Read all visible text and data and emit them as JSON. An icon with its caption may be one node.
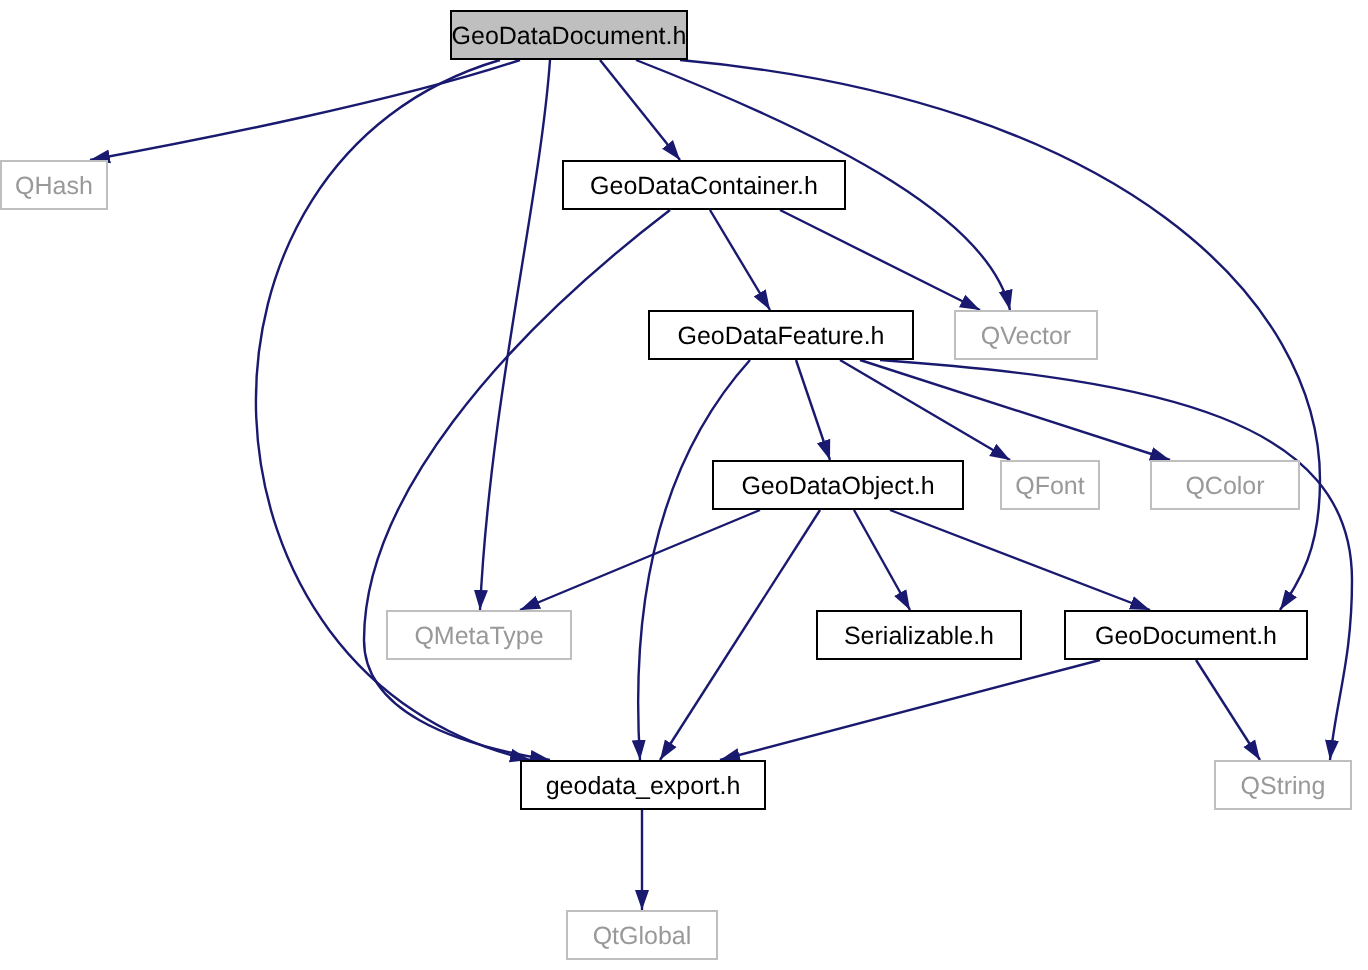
{
  "diagram": {
    "nodes": [
      {
        "text": [
          "GeoDataDocument.h"
        ]
      },
      {
        "text": [
          "QHash"
        ]
      },
      {
        "text": [
          "GeoDataContainer.h"
        ]
      },
      {
        "text": [
          "QVector"
        ]
      },
      {
        "text": [
          "GeoDataFeature.h"
        ]
      },
      {
        "text": [
          "QFont"
        ]
      },
      {
        "text": [
          "QColor"
        ]
      },
      {
        "text": [
          "GeoDataObject.h"
        ]
      },
      {
        "text": [
          "QMetaType"
        ]
      },
      {
        "text": [
          "Serializable.h"
        ]
      },
      {
        "text": [
          "GeoDocument.h"
        ]
      },
      {
        "text": [
          "geodata_export.h"
        ]
      },
      {
        "text": [
          "QString"
        ]
      },
      {
        "text": [
          "QtGlobal"
        ]
      }
    ],
    "edges": [
      {
        "from": 0,
        "to": 1,
        "arrow": "to"
      },
      {
        "from": 0,
        "to": 11,
        "arrow": "to"
      },
      {
        "from": 0,
        "to": 8,
        "arrow": "to"
      },
      {
        "from": 0,
        "to": 2,
        "arrow": "to"
      },
      {
        "from": 0,
        "to": 3,
        "arrow": "to"
      },
      {
        "from": 0,
        "to": 10,
        "arrow": "to"
      },
      {
        "from": 2,
        "to": 11,
        "arrow": "to"
      },
      {
        "from": 2,
        "to": 4,
        "arrow": "to"
      },
      {
        "from": 2,
        "to": 3,
        "arrow": "to"
      },
      {
        "from": 4,
        "to": 11,
        "arrow": "to"
      },
      {
        "from": 4,
        "to": 7,
        "arrow": "to"
      },
      {
        "from": 4,
        "to": 5,
        "arrow": "to"
      },
      {
        "from": 4,
        "to": 6,
        "arrow": "to"
      },
      {
        "from": 4,
        "to": 12,
        "arrow": "to"
      },
      {
        "from": 7,
        "to": 8,
        "arrow": "to"
      },
      {
        "from": 7,
        "to": 9,
        "arrow": "to"
      },
      {
        "from": 7,
        "to": 11,
        "arrow": "to"
      },
      {
        "from": 7,
        "to": 10,
        "arrow": "to"
      },
      {
        "from": 10,
        "to": 11,
        "arrow": "to"
      },
      {
        "from": 10,
        "to": 12,
        "arrow": "to"
      },
      {
        "from": 11,
        "to": 13,
        "arrow": "to"
      }
    ]
  }
}
